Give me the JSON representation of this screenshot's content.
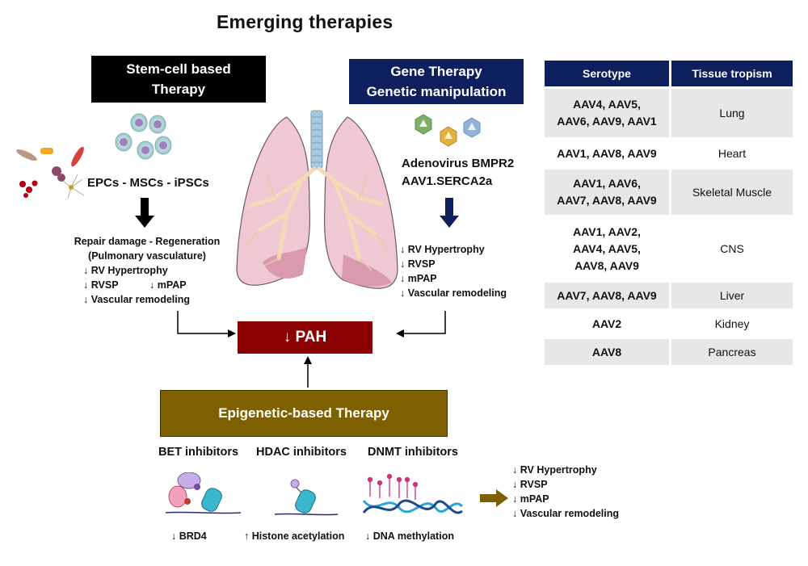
{
  "title": "Emerging therapies",
  "stem_cell": {
    "header_line1": "Stem-cell based",
    "header_line2": "Therapy",
    "cells_label": "EPCs - MSCs - iPSCs",
    "outcomes": [
      "Repair damage - Regeneration",
      "(Pulmonary vasculature)",
      "↓ RV Hypertrophy",
      "↓ RVSP",
      "↓ mPAP",
      "↓ Vascular remodeling"
    ]
  },
  "gene": {
    "header_line1": "Gene Therapy",
    "header_line2": "Genetic manipulation",
    "agents": [
      "Adenovirus BMPR2",
      "AAV1.SERCA2a"
    ],
    "outcomes": [
      "↓ RV Hypertrophy",
      "↓ RVSP",
      "↓ mPAP",
      "↓ Vascular remodeling"
    ]
  },
  "pah": {
    "label": "↓ PAH"
  },
  "epigenetic": {
    "header": "Epigenetic-based Therapy",
    "classes": [
      {
        "name": "BET inhibitors",
        "effect": "↓ BRD4"
      },
      {
        "name": "HDAC inhibitors",
        "effect": "↑ Histone acetylation"
      },
      {
        "name": "DNMT inhibitors",
        "effect": "↓ DNA methylation"
      }
    ],
    "outcomes": [
      "↓ RV Hypertrophy",
      "↓ RVSP",
      "↓ mPAP",
      "↓ Vascular remodeling"
    ]
  },
  "tropism_table": {
    "headers": [
      "Serotype",
      "Tissue tropism"
    ],
    "rows": [
      {
        "serotype": [
          "AAV4, AAV5,",
          "AAV6, AAV9, AAV1"
        ],
        "tissue": "Lung"
      },
      {
        "serotype": [
          "AAV1, AAV8, AAV9"
        ],
        "tissue": "Heart"
      },
      {
        "serotype": [
          "AAV1, AAV6,",
          "AAV7, AAV8, AAV9"
        ],
        "tissue": "Skeletal Muscle"
      },
      {
        "serotype": [
          "AAV1, AAV2,",
          "AAV4, AAV5,",
          "AAV8, AAV9"
        ],
        "tissue": "CNS"
      },
      {
        "serotype": [
          "AAV7, AAV8, AAV9"
        ],
        "tissue": "Liver"
      },
      {
        "serotype": [
          "AAV2"
        ],
        "tissue": "Kidney"
      },
      {
        "serotype": [
          "AAV8"
        ],
        "tissue": "Pancreas"
      }
    ]
  },
  "colors": {
    "stem_header": "#000000",
    "gene_header": "#0d1f5c",
    "pah_box": "#8b0000",
    "epigenetic_box": "#7f6000",
    "table_shade": "#e7e7e7"
  }
}
